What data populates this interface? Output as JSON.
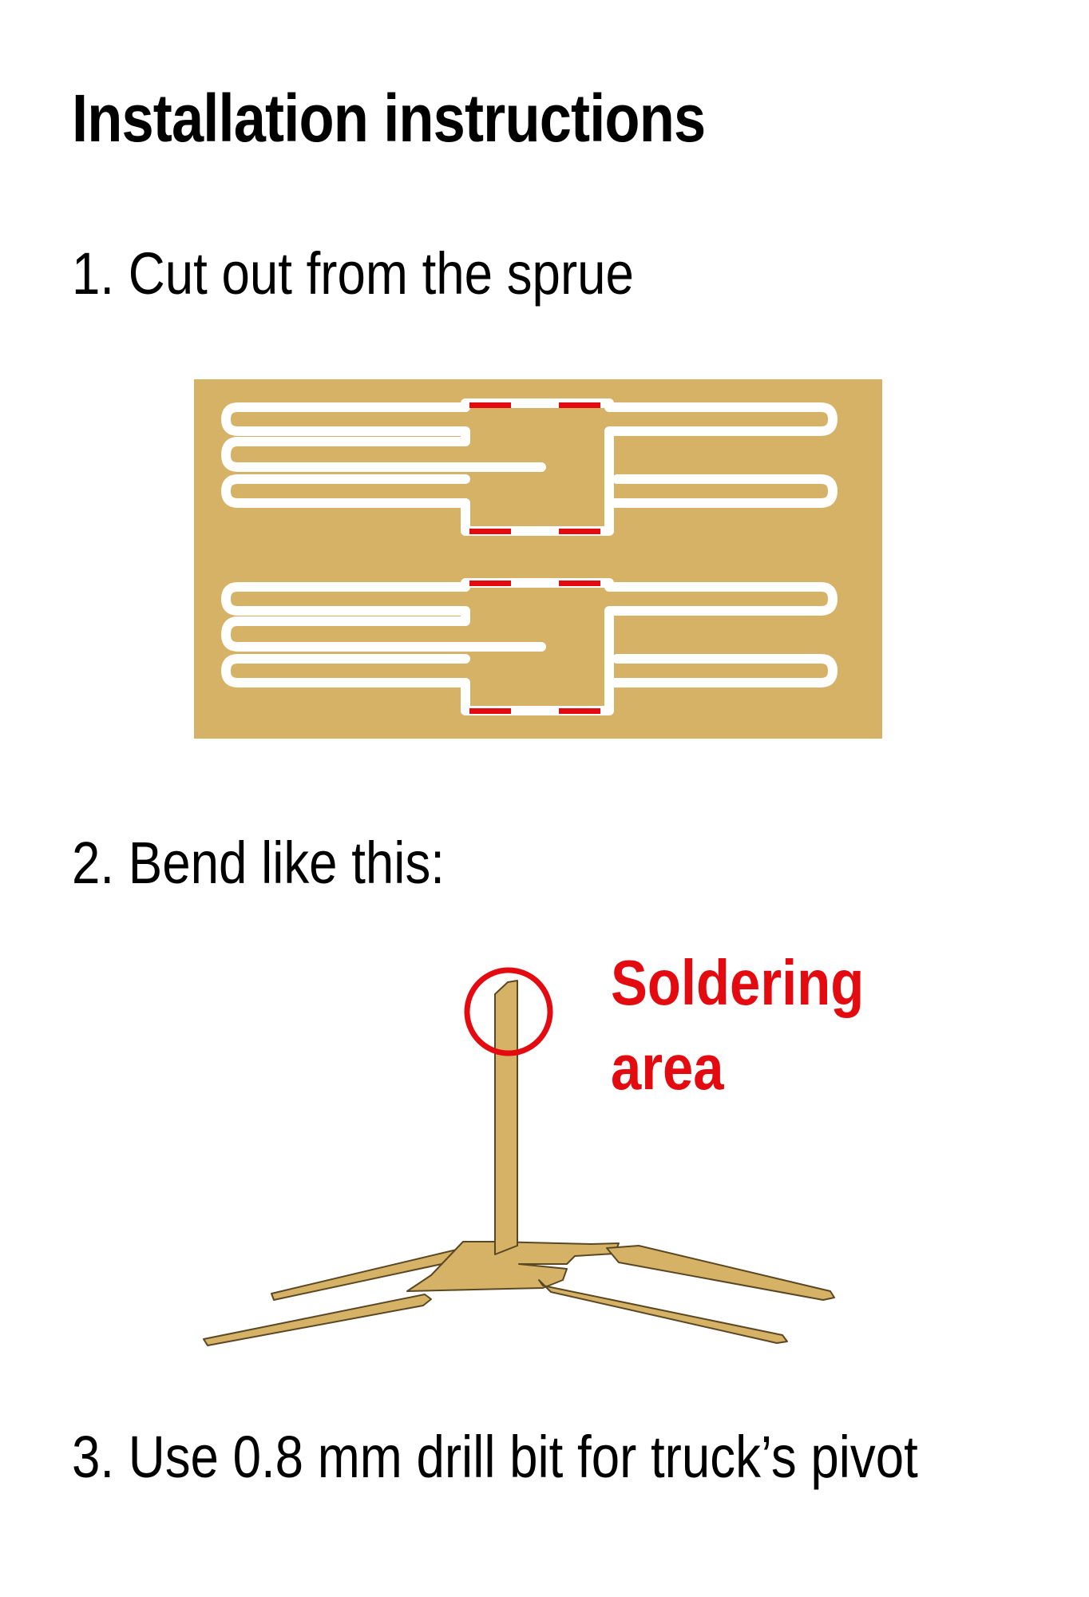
{
  "header": {
    "title": "Installation instructions"
  },
  "steps": [
    {
      "label": "1. Cut out from the sprue"
    },
    {
      "label": "2. Bend like this:"
    },
    {
      "label": "3. Use 0.8 mm drill bit for truck’s pivot"
    }
  ],
  "soldering_label": {
    "line1": "Soldering",
    "line2": "area"
  },
  "colors": {
    "brass": "#d6b266",
    "cut_marks": "#e30b10",
    "label_red": "#e30b10",
    "part_outline": "#ffffff"
  }
}
